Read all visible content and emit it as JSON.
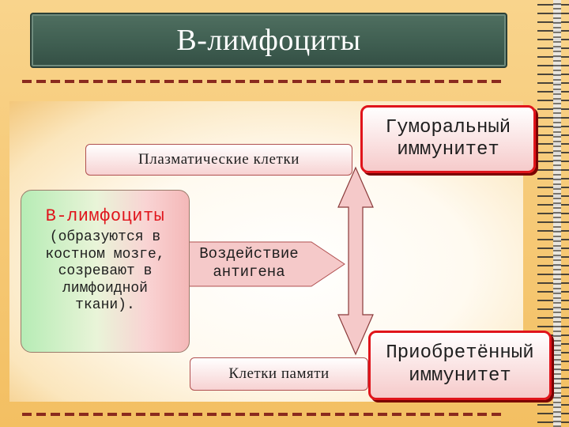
{
  "slide": {
    "title": "В-лимфоциты"
  },
  "diagram": {
    "plasma_cells": "Плазматические клетки",
    "humoral_immunity": [
      "Гуморальный",
      "иммунитет"
    ],
    "b_cells_title": "В-лимфоциты",
    "b_cells_desc": [
      "(образуются в",
      "костном мозге,",
      "созревают в",
      "лимфоидной",
      "ткани)."
    ],
    "antigen_action": [
      "Воздействие",
      "антигена"
    ],
    "memory_cells": "Клетки памяти",
    "acquired_immunity": [
      "Приобретённый",
      "иммунитет"
    ]
  },
  "colors": {
    "title_bar": "#3e5d50",
    "box_border_red": "#e0141b",
    "dash_line": "#8a2a1e",
    "b_cells_title": "#e0141b"
  }
}
